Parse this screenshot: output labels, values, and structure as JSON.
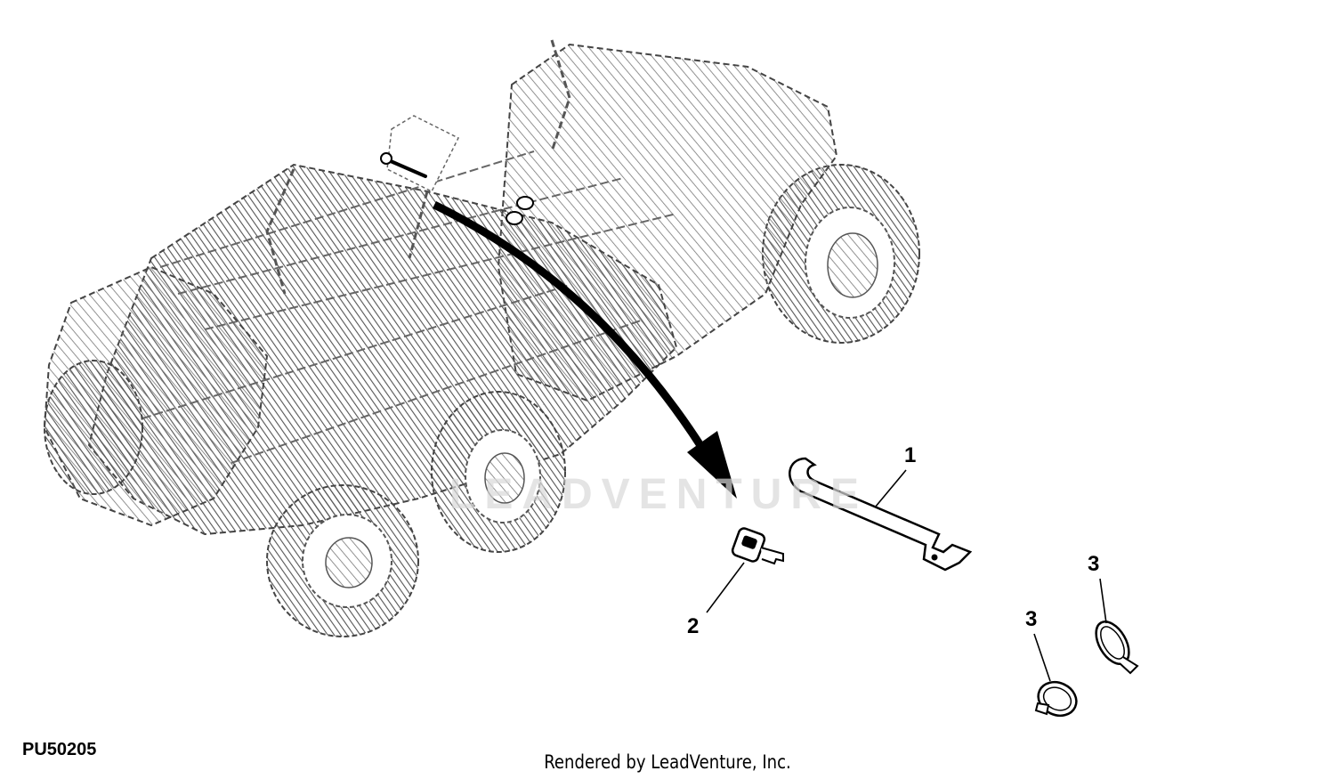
{
  "diagram": {
    "figure_id": "PU50205",
    "credit": "Rendered by LeadVenture, Inc.",
    "watermark": "LEADVENTURE",
    "callouts": [
      {
        "number": "1",
        "part": "wrench"
      },
      {
        "number": "2",
        "part": "key"
      },
      {
        "number": "3",
        "part": "strap"
      },
      {
        "number": "3",
        "part": "strap"
      }
    ],
    "colors": {
      "line": "#000000",
      "hatch": "#555555",
      "watermark": "#d9d9d9"
    }
  }
}
